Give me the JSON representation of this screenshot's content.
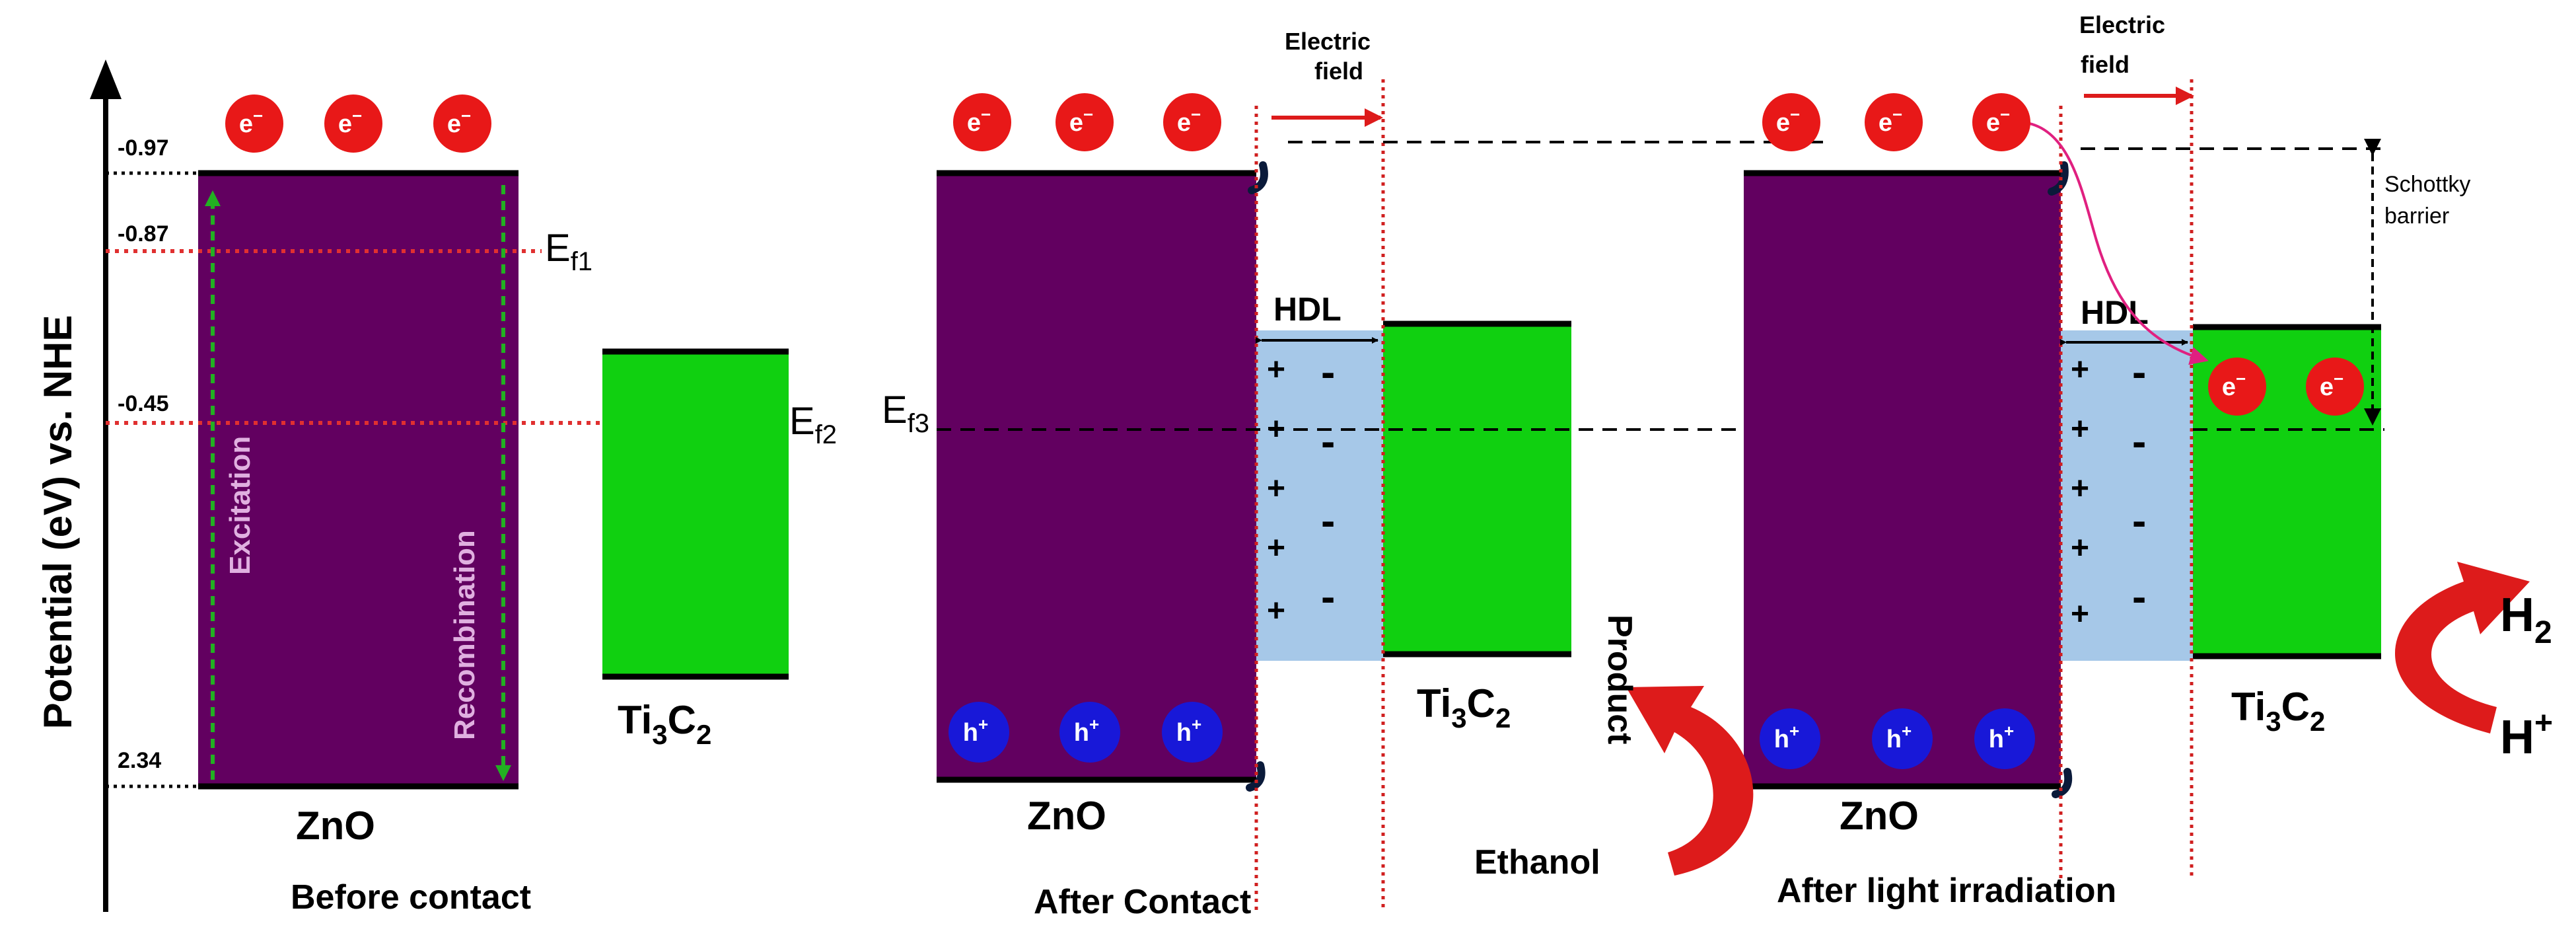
{
  "axis": {
    "label": "Potential (eV) vs. NHE"
  },
  "levels": [
    "-0.97",
    "-0.87",
    "-0.45",
    "2.34"
  ],
  "panel1": {
    "caption": "Before contact",
    "zno": "ZnO",
    "excitation": "Excitation",
    "recombination": "Recombination",
    "ef1": "E",
    "ef1_sub": "f1",
    "ef2": "E",
    "ef2_sub": "f2",
    "ti_a": "Ti",
    "ti_b": "3",
    "ti_c": "C",
    "ti_d": "2"
  },
  "panel2": {
    "caption": "After Contact",
    "zno": "ZnO",
    "hdl": "HDL",
    "ef3": "E",
    "ef3_sub": "f3",
    "field_1": "Electric",
    "field_2": "field",
    "ti_a": "Ti",
    "ti_b": "3",
    "ti_c": "C",
    "ti_d": "2"
  },
  "panel3": {
    "caption": "After light irradiation",
    "zno": "ZnO",
    "hdl": "HDL",
    "field_1": "Electric",
    "field_2": "field",
    "schottky_1": "Schottky",
    "schottky_2": "barrier",
    "product": "Product",
    "ethanol": "Ethanol",
    "h2_a": "H",
    "h2_b": "2",
    "hplus_a": "H",
    "hplus_b": "+",
    "ti_a": "Ti",
    "ti_b": "3",
    "ti_c": "C",
    "ti_d": "2"
  },
  "electron": {
    "a": "e",
    "b": "−"
  },
  "hole": {
    "a": "h",
    "b": "+"
  },
  "charges": {
    "plus": "+",
    "minus": "-"
  },
  "colors": {
    "zno": "#620060",
    "ti3c2": "#10d010",
    "hdl": "#a6c8e8",
    "electron": "#e81818",
    "hole": "#1818d8",
    "arrow": "#dd1b1b",
    "fermi": "#e03030",
    "excitation": "#22b022"
  }
}
